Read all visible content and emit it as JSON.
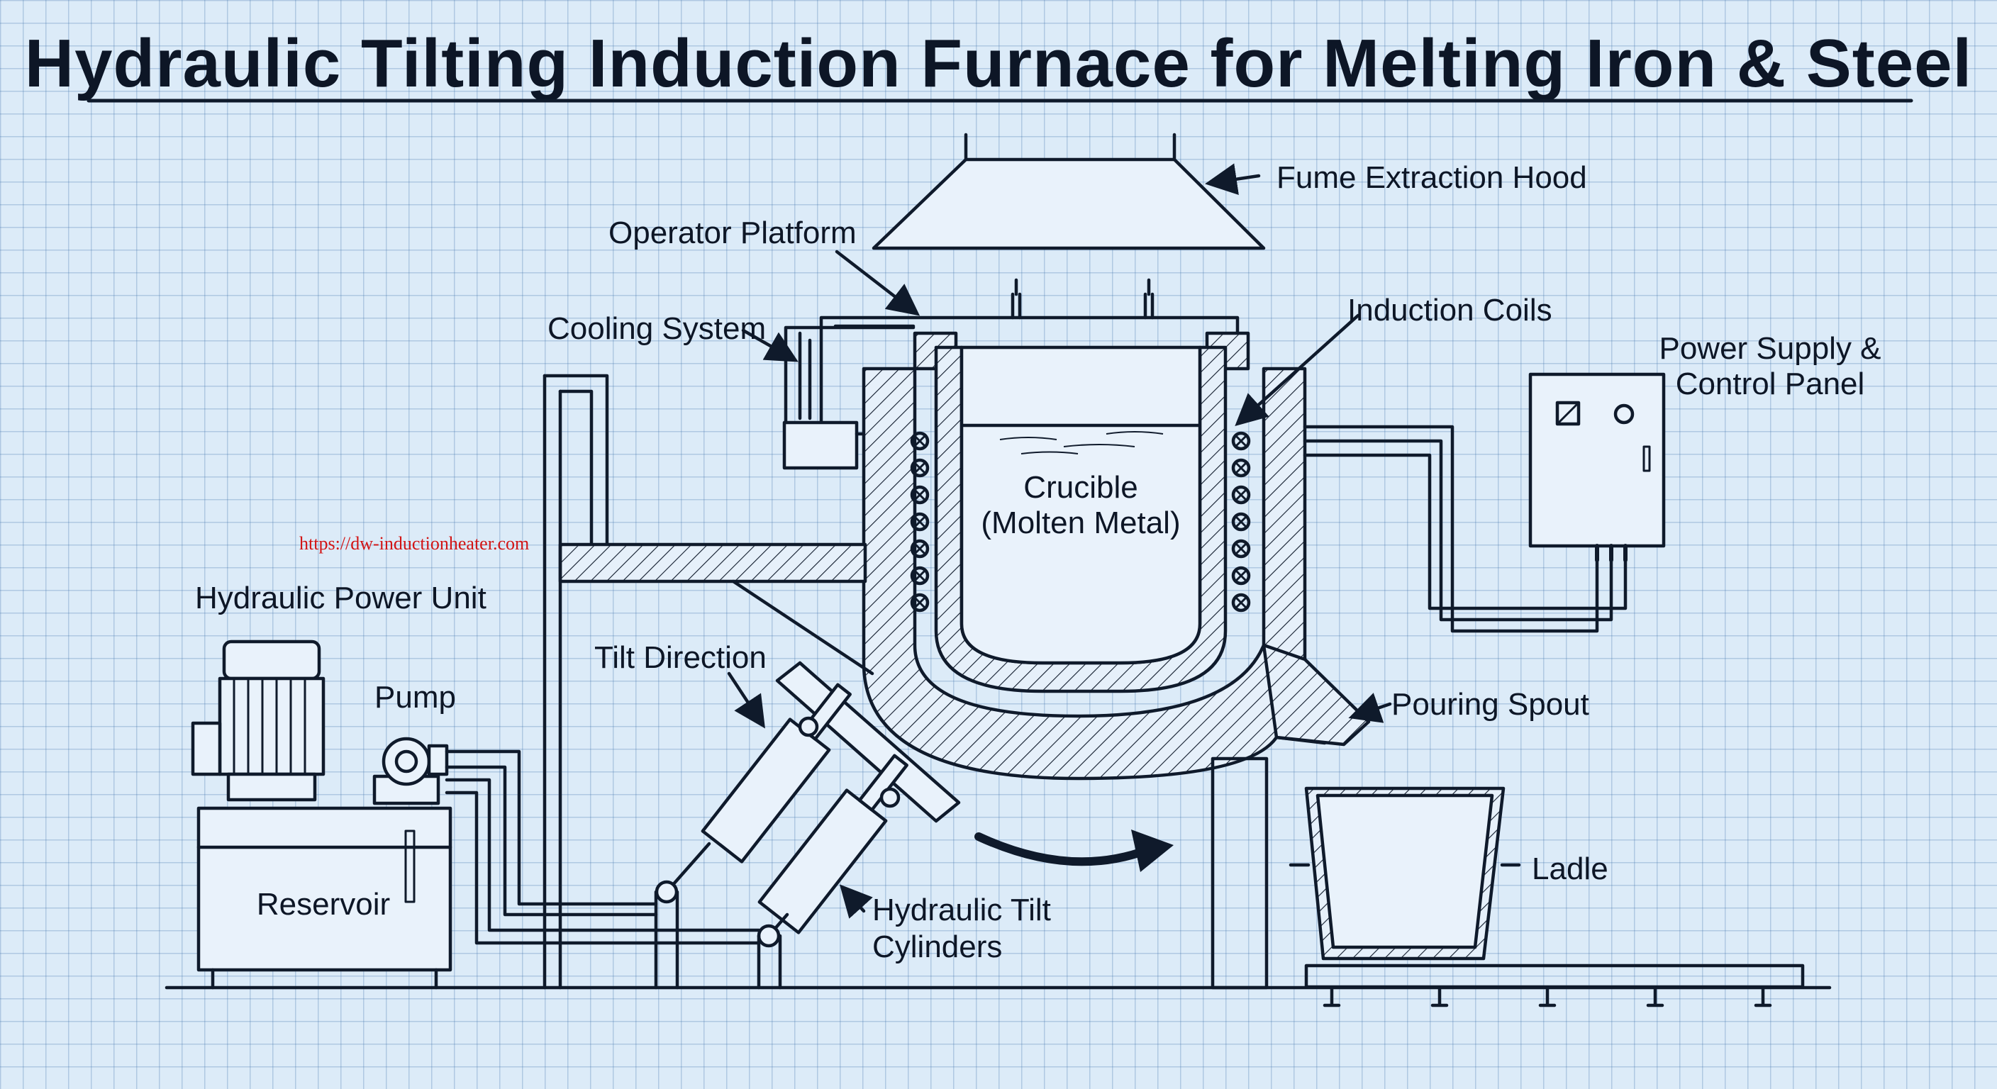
{
  "title": "Hydraulic Tilting Induction Furnace for Melting Iron & Steel",
  "watermark": "https://dw-inductionheater.com",
  "labels": {
    "fume_hood": "Fume Extraction Hood",
    "operator_platform": "Operator Platform",
    "cooling_system": "Cooling System",
    "induction_coils": "Induction Coils",
    "power_supply_line1": "Power Supply &",
    "power_supply_line2": "Control Panel",
    "crucible_line1": "Crucible",
    "crucible_line2": "(Molten Metal)",
    "hydraulic_power_unit": "Hydraulic Power Unit",
    "pump": "Pump",
    "tilt_direction": "Tilt Direction",
    "pouring_spout": "Pouring Spout",
    "reservoir": "Reservoir",
    "ladle": "Ladle",
    "cylinders_line1": "Hydraulic Tilt",
    "cylinders_line2": "Cylinders"
  },
  "colors": {
    "background": "#dcebf8",
    "grid": "#4678af",
    "ink": "#0f1a2b",
    "watermark": "#d21414"
  }
}
